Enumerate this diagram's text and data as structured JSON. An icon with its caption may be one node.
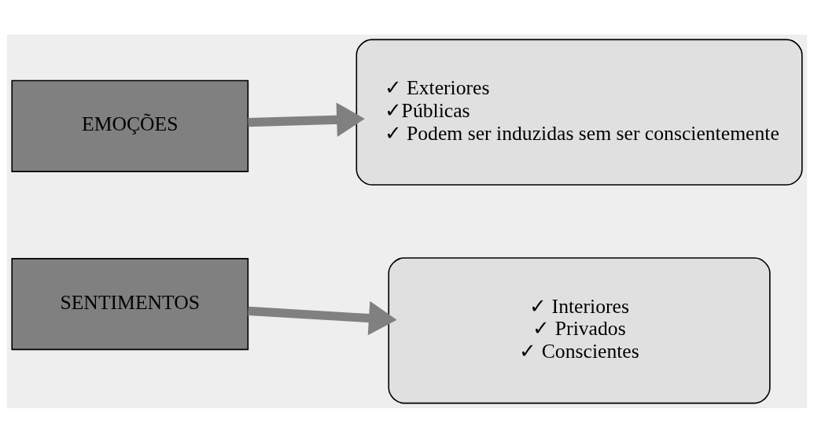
{
  "diagram": {
    "nodes": [
      {
        "text": [
          "EMOÇÕES"
        ]
      },
      {
        "text": [
          "✓ Exteriores",
          "✓Públicas",
          "✓ Podem ser induzidas sem ser conscientemente"
        ]
      },
      {
        "text": [
          "SENTIMENTOS"
        ]
      },
      {
        "text": [
          "✓ Interiores",
          "✓ Privados",
          "✓ Conscientes"
        ]
      }
    ],
    "edges": [
      {
        "from": 0,
        "to": 1,
        "arrow": "to"
      },
      {
        "from": 2,
        "to": 3,
        "arrow": "to"
      }
    ]
  }
}
